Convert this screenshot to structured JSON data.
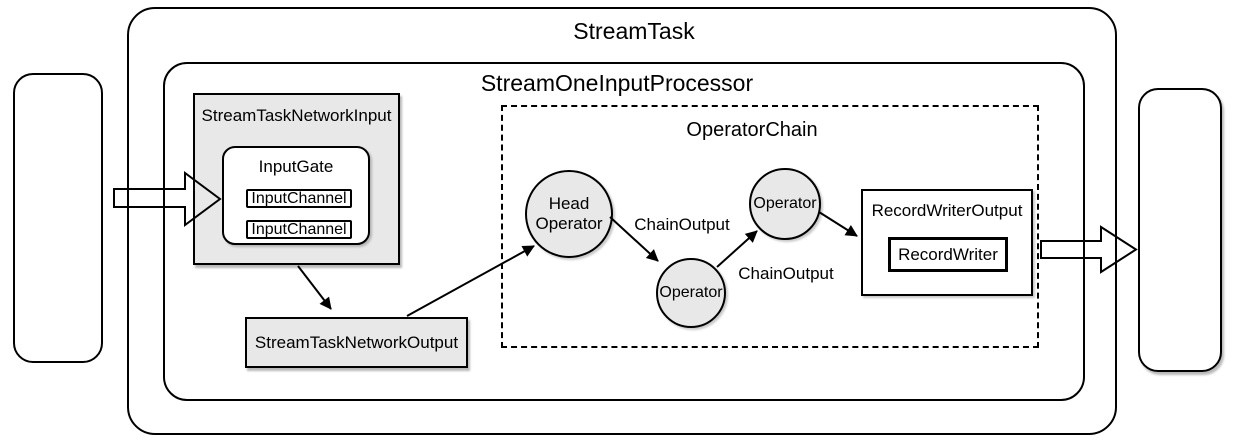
{
  "diagram": {
    "stream_task": {
      "title": "StreamTask"
    },
    "processor": {
      "title": "StreamOneInputProcessor"
    },
    "network_input": {
      "title": "StreamTaskNetworkInput",
      "input_gate": {
        "title": "InputGate",
        "channels": [
          "InputChannel",
          "InputChannel"
        ]
      }
    },
    "network_output": {
      "title": "StreamTaskNetworkOutput"
    },
    "operator_chain": {
      "title": "OperatorChain",
      "head_operator": "Head Operator",
      "operators": [
        "Operator",
        "Operator"
      ],
      "chain_outputs": [
        "ChainOutput",
        "ChainOutput"
      ],
      "record_writer_output": {
        "title": "RecordWriterOutput",
        "record_writer": "RecordWriter"
      }
    },
    "colors": {
      "node_fill": "#e8e8e8",
      "stroke": "#000000",
      "background": "#ffffff"
    }
  }
}
